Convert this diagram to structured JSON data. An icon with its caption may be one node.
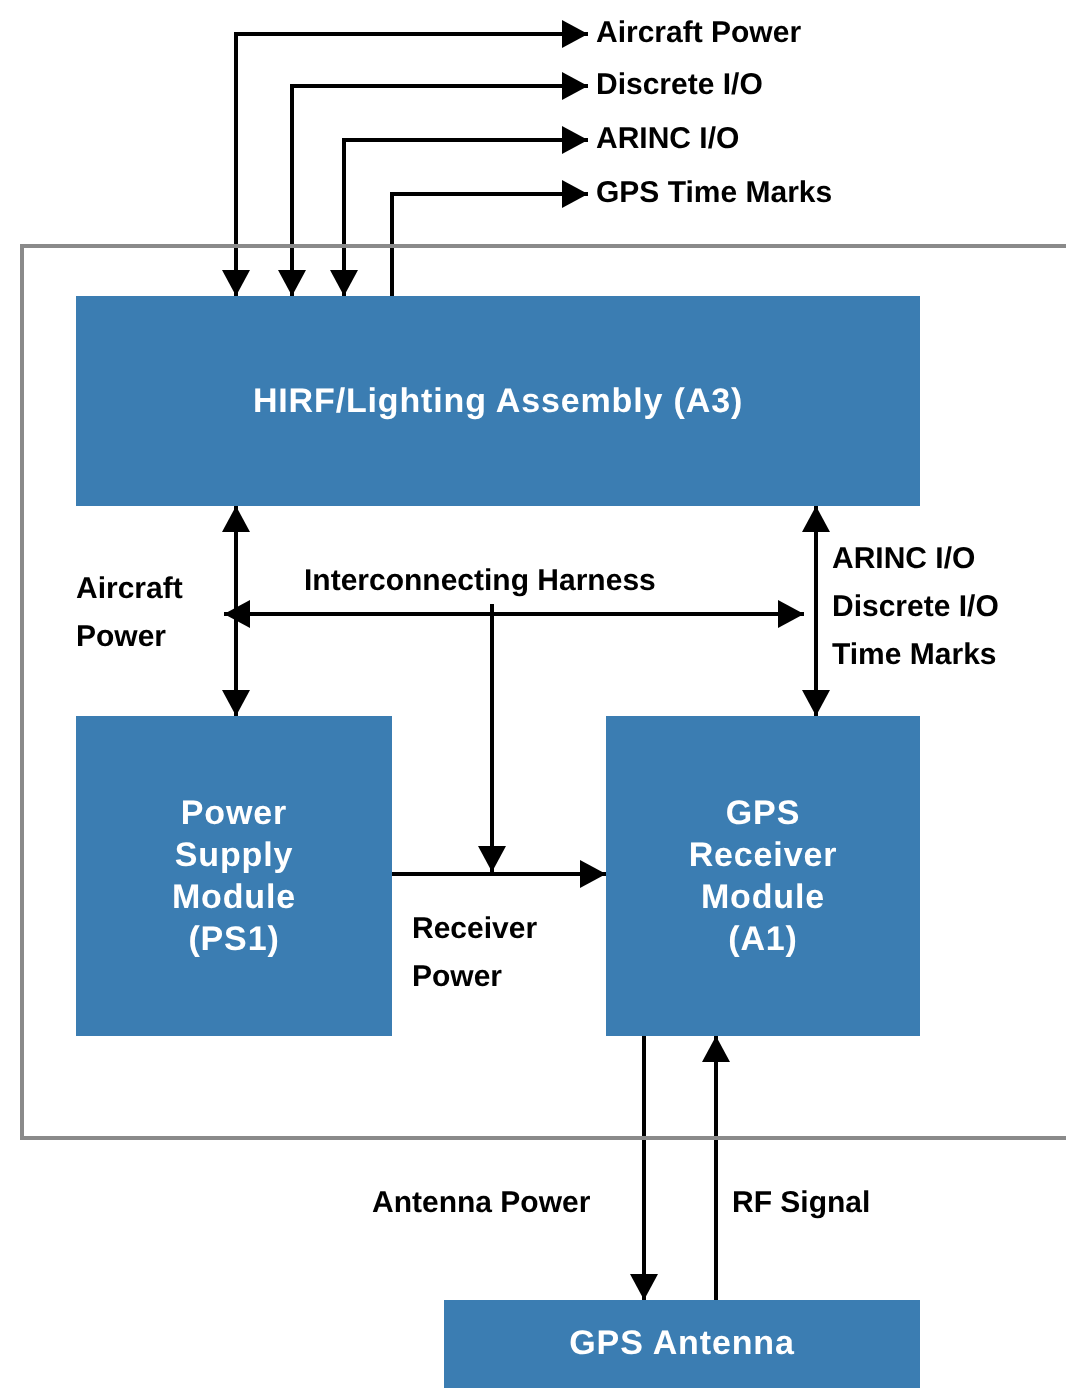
{
  "diagram": {
    "nodes": [
      {
        "text": [],
        "shape": "box"
      },
      {
        "text": [
          "HIRF/Lighting Assembly (A3)"
        ],
        "in": 0
      },
      {
        "text": [
          "Power Supply Module (PS1)"
        ],
        "in": 0
      },
      {
        "text": [
          "GPS Receiver Module (A1)"
        ],
        "in": 0
      },
      {
        "text": [
          "GPS Antenna"
        ]
      },
      {
        "text": [
          "Aircraft Power"
        ]
      },
      {
        "text": [
          "Discrete I/O"
        ]
      },
      {
        "text": [
          "ARINC I/O"
        ]
      },
      {
        "text": [
          "GPS Time Marks"
        ]
      },
      {
        "text": [
          "Interconnecting Harness"
        ],
        "in": 0
      }
    ],
    "edges": [
      {
        "from": 1,
        "to": 5,
        "arrow": "both"
      },
      {
        "from": 1,
        "to": 6,
        "arrow": "both"
      },
      {
        "from": 1,
        "to": 7,
        "arrow": "both"
      },
      {
        "from": 1,
        "to": 8,
        "arrow": "to"
      },
      {
        "from": 1,
        "to": 2,
        "arrow": "both",
        "label": "Aircraft Power"
      },
      {
        "from": 1,
        "to": 3,
        "arrow": "both",
        "label": "ARINC I/O Discrete I/O Time Marks"
      },
      {
        "from": 9,
        "to": null,
        "arrow": "to"
      },
      {
        "from": 9,
        "to": null,
        "arrow": "to"
      },
      {
        "from": 9,
        "to": null,
        "arrow": "to"
      },
      {
        "from": 2,
        "to": 3,
        "arrow": "to",
        "label": "Receiver Power"
      },
      {
        "from": 3,
        "to": 4,
        "arrow": "to",
        "label": "Antenna Power"
      },
      {
        "from": 4,
        "to": 3,
        "arrow": "to",
        "label": "RF Signal"
      }
    ]
  }
}
